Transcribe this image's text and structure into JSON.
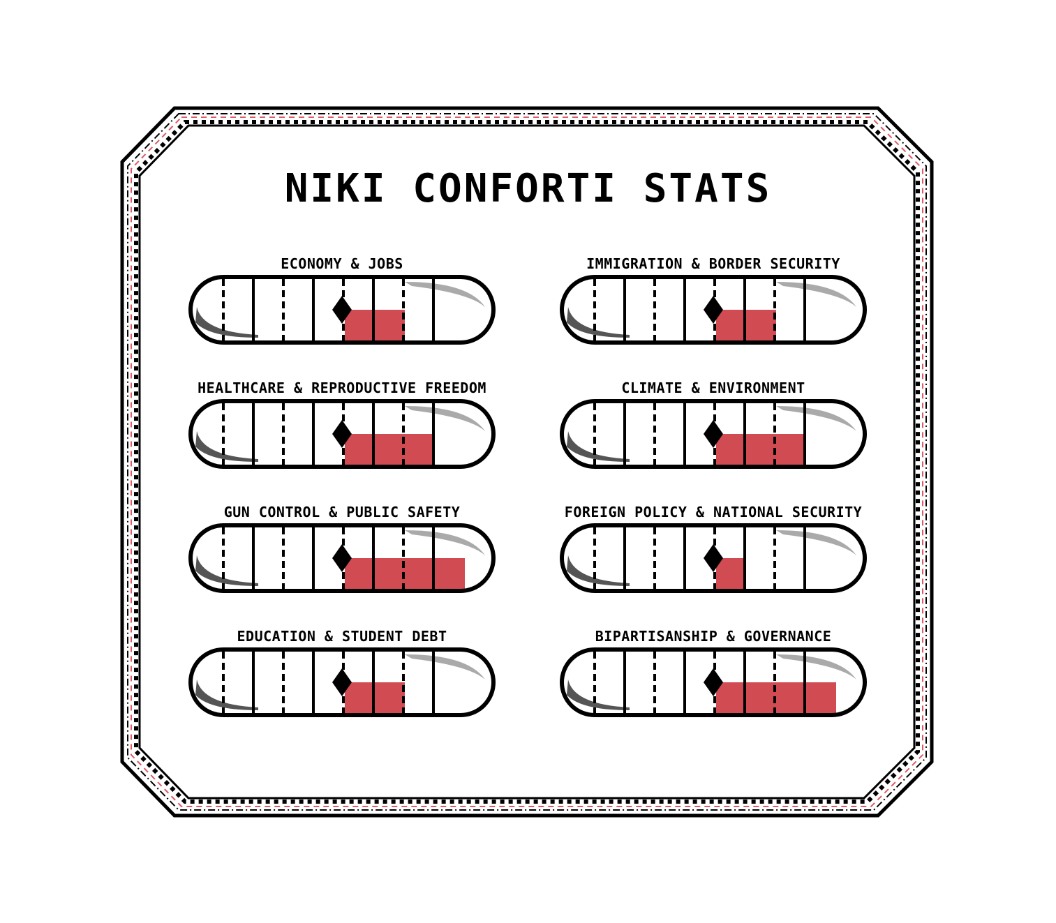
{
  "title": "NIKI CONFORTI STATS",
  "colors": {
    "ink": "#000000",
    "fill": "#d14b52",
    "accent_dash": "#e05a63",
    "shine": "#aaaaaa",
    "shadow": "#555555"
  },
  "meter_segments": 9,
  "stats": [
    {
      "label": "ECONOMY & JOBS",
      "value": 2
    },
    {
      "label": "IMMIGRATION & BORDER SECURITY",
      "value": 2
    },
    {
      "label": "HEALTHCARE & REPRODUCTIVE FREEDOM",
      "value": 3
    },
    {
      "label": "CLIMATE & ENVIRONMENT",
      "value": 3
    },
    {
      "label": "GUN CONTROL & PUBLIC SAFETY",
      "value": 4
    },
    {
      "label": "FOREIGN POLICY & NATIONAL SECURITY",
      "value": 1
    },
    {
      "label": "EDUCATION & STUDENT DEBT",
      "value": 2
    },
    {
      "label": "BIPARTISANSHIP & GOVERNANCE",
      "value": 4
    }
  ]
}
